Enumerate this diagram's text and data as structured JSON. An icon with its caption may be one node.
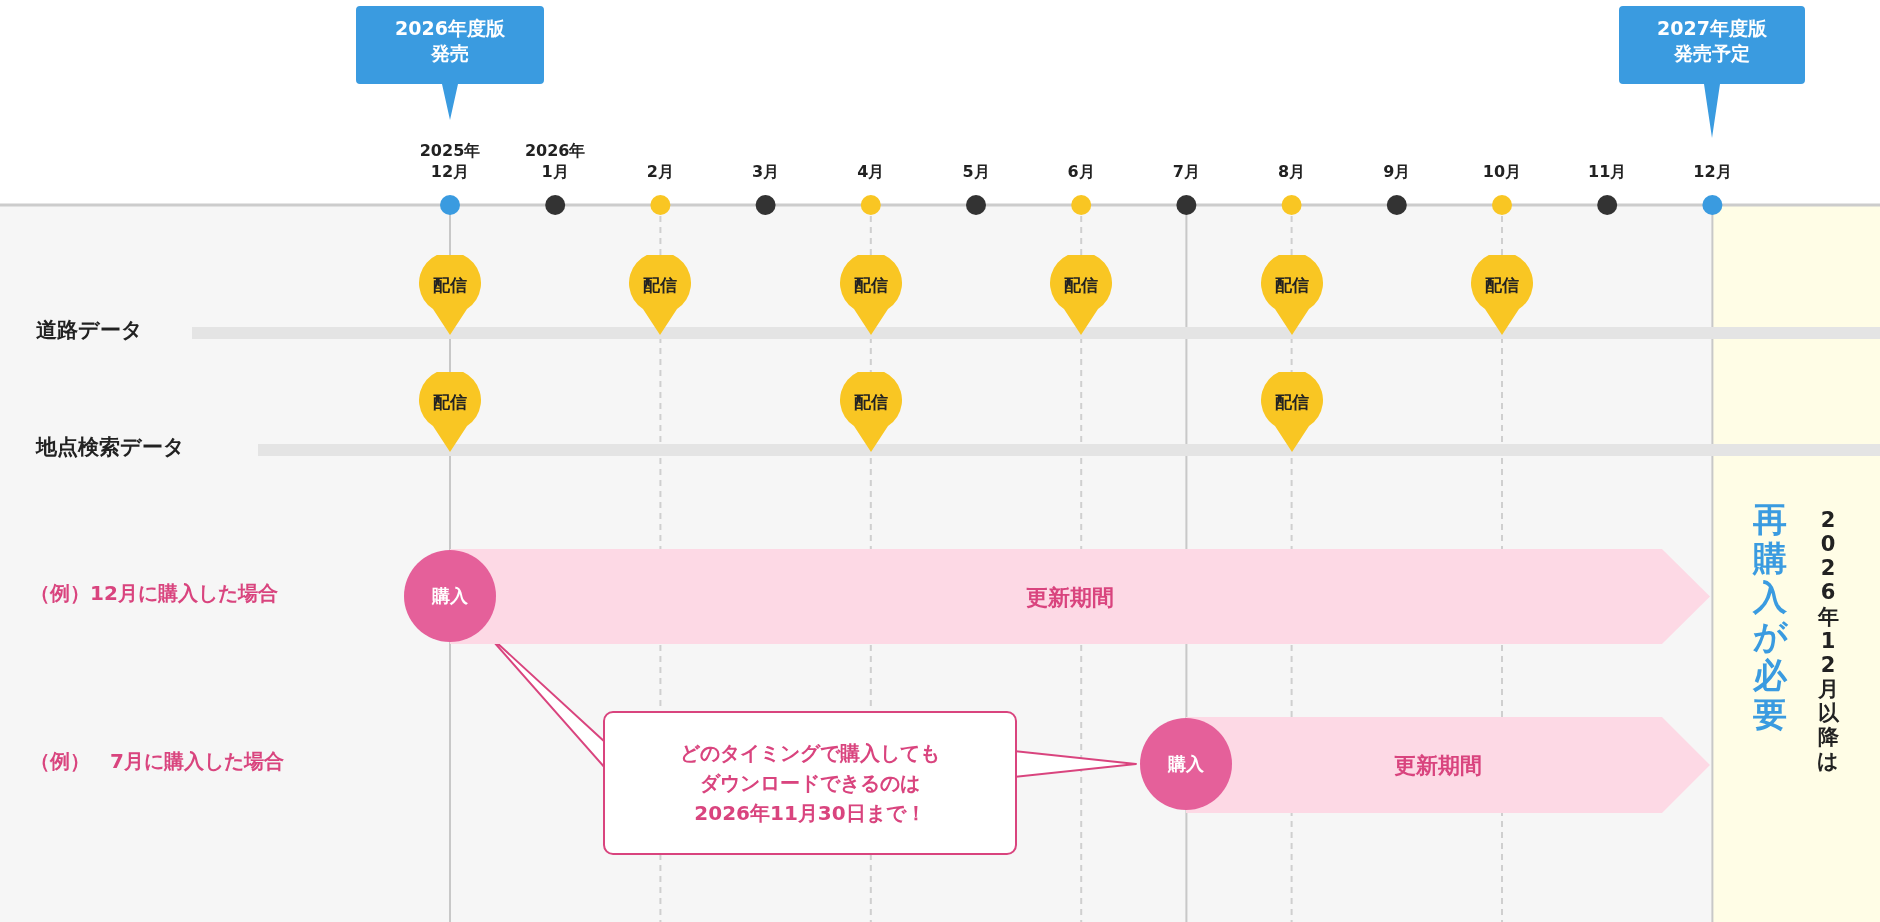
{
  "diagram": {
    "nodes": [
      {
        "text": [
          "2026年度版発売"
        ]
      },
      {
        "text": [
          "2027年度版発売予定"
        ]
      },
      {
        "text": [
          "配信"
        ]
      },
      {
        "text": [
          "配信"
        ]
      },
      {
        "text": [
          "配信"
        ]
      },
      {
        "text": [
          "配信"
        ]
      },
      {
        "text": [
          "配信"
        ]
      },
      {
        "text": [
          "配信"
        ]
      },
      {
        "text": [
          "配信"
        ]
      },
      {
        "text": [
          "配信"
        ]
      },
      {
        "text": [
          "配信"
        ]
      },
      {
        "text": [
          "購入"
        ]
      },
      {
        "text": [
          "更新期間"
        ]
      },
      {
        "text": [
          "どのタイミングで購入してもダウンロードできるのは2026年11月30日まで！"
        ]
      },
      {
        "text": [
          "購入"
        ]
      },
      {
        "text": [
          "更新期間"
        ]
      },
      {
        "text": [
          "再購入が必要",
          "2026年12月以降は"
        ]
      }
    ],
    "edges": [
      {
        "from": 13,
        "to": 11,
        "arrow": "none"
      },
      {
        "from": 13,
        "to": 14,
        "arrow": "none"
      }
    ],
    "labels": [
      "2025年12月",
      "2026年1月",
      "2月",
      "3月",
      "4月",
      "5月",
      "6月",
      "7月",
      "8月",
      "9月",
      "10月",
      "11月",
      "12月",
      "道路データ",
      "地点検索データ",
      "（例）12月に購入した場合",
      "（例）　7月に購入した場合"
    ]
  }
}
